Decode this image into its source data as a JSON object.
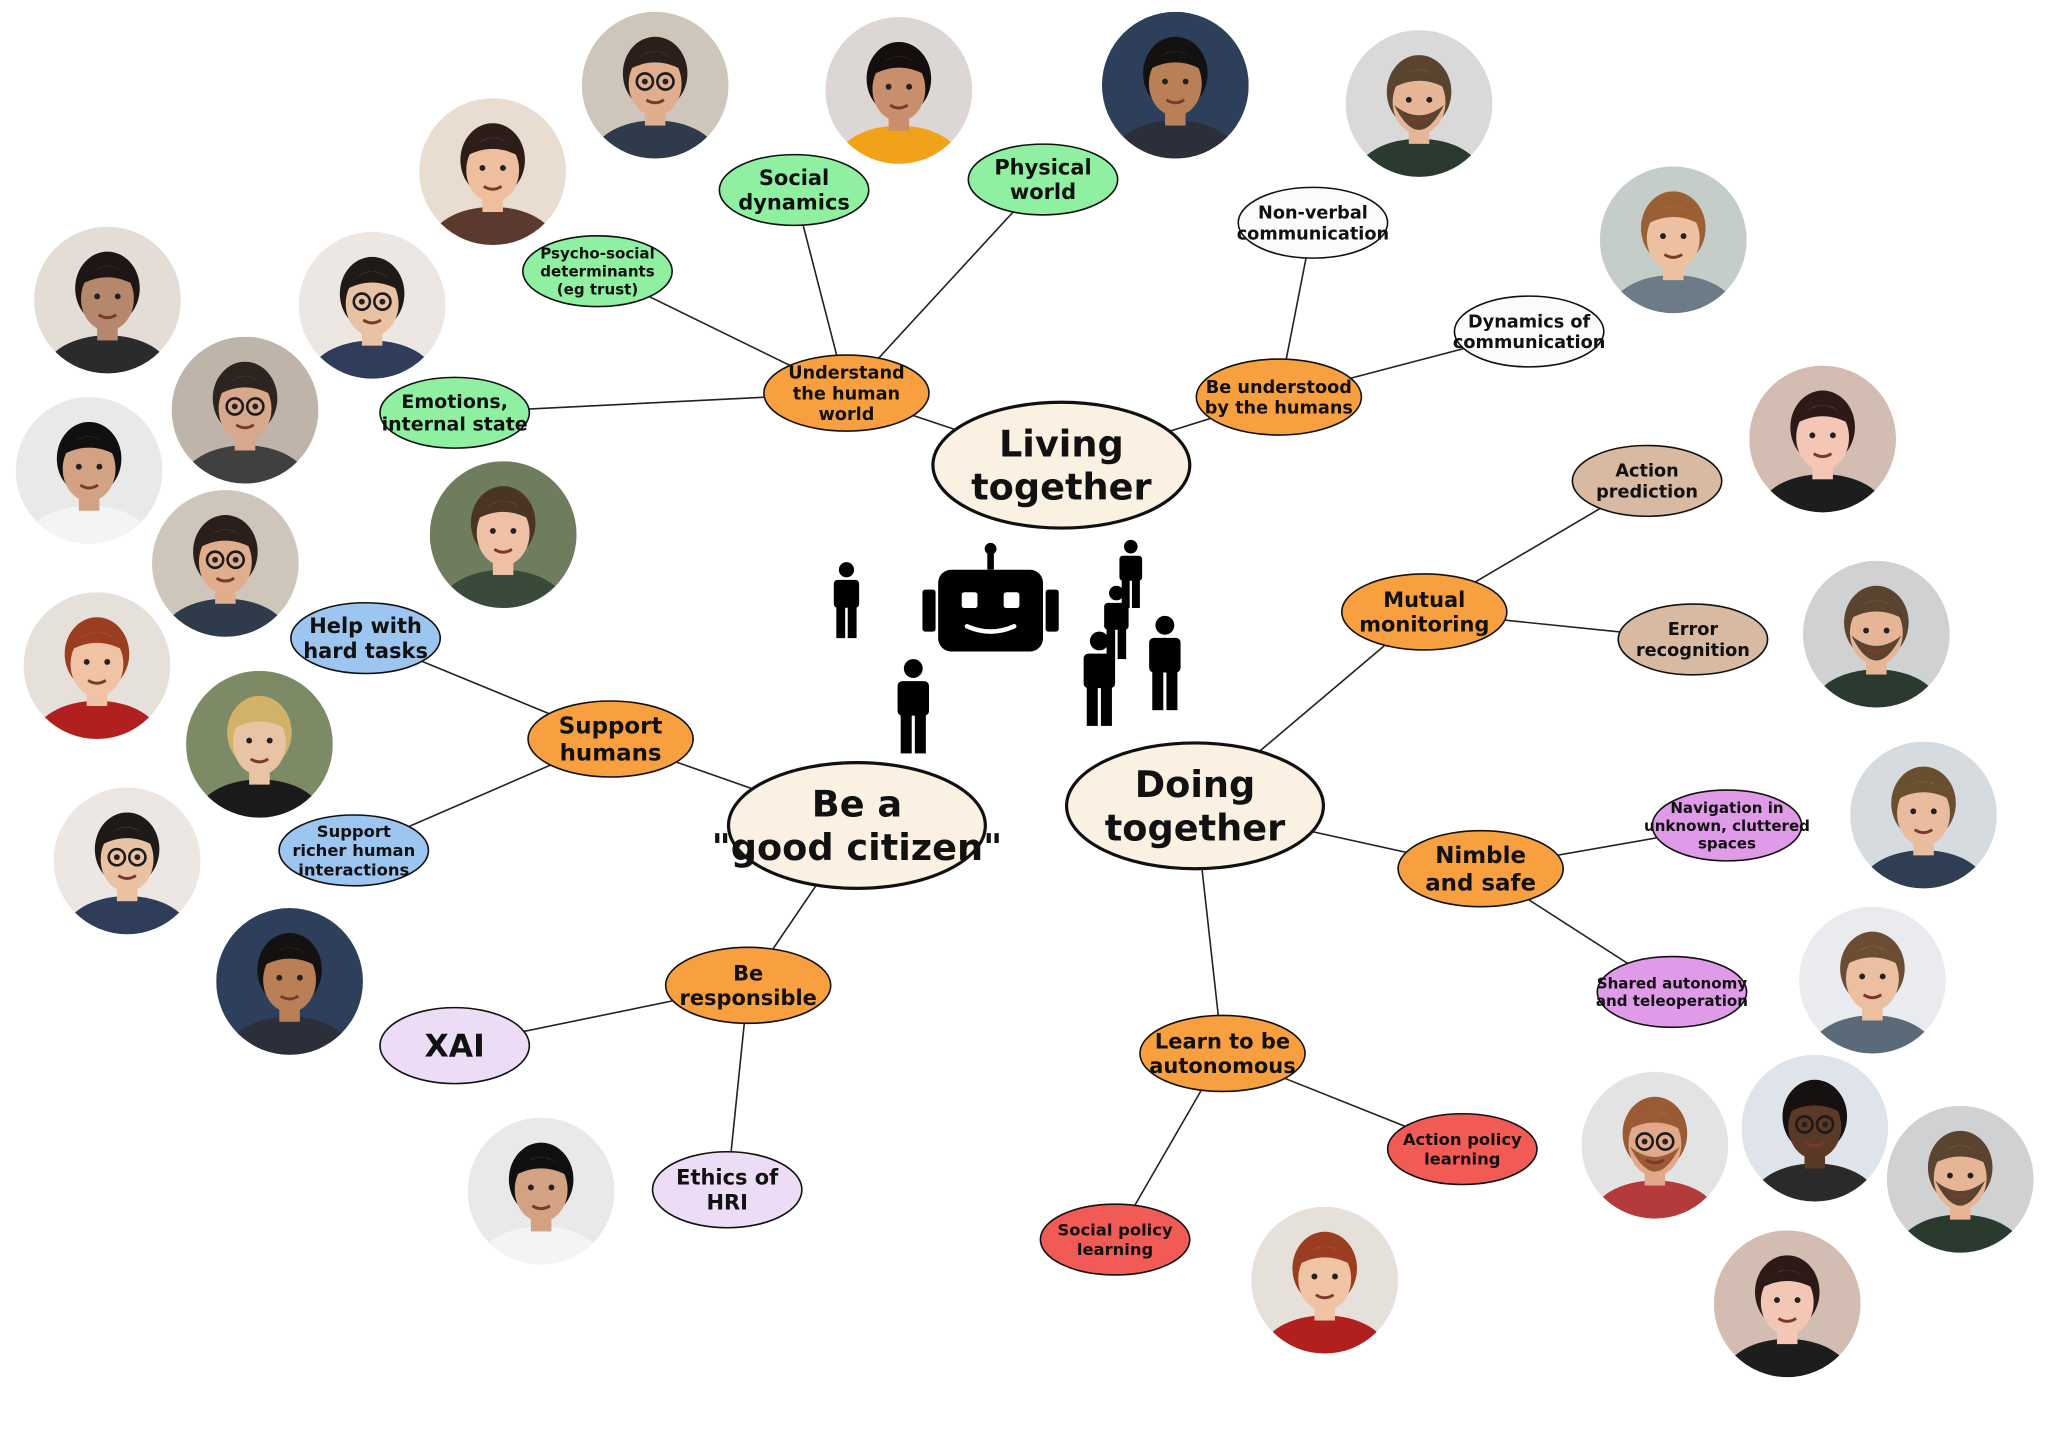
{
  "colors": {
    "hub_fill": "#fbf1e2",
    "orange": "#f8a040",
    "green": "#8ff0a2",
    "white": "#fbfbfb",
    "tan": "#d8b9a1",
    "blue": "#9cc5ef",
    "purple": "#df9be8",
    "lavender": "#ecdcf5",
    "red": "#f25a55",
    "line": "#222222"
  },
  "center_icons": [
    "robot-icon",
    "person-icon"
  ],
  "hubs": [
    {
      "id": "living",
      "lines": [
        "Living",
        "together"
      ]
    },
    {
      "id": "doing",
      "lines": [
        "Doing",
        "together"
      ]
    },
    {
      "id": "citizen",
      "lines": [
        "Be a",
        "\"good citizen\""
      ]
    }
  ],
  "nodes": [
    {
      "id": "understand",
      "color": "orange",
      "lines": [
        "Understand",
        "the human",
        "world"
      ]
    },
    {
      "id": "be-understood",
      "color": "orange",
      "lines": [
        "Be understood",
        "by the humans"
      ]
    },
    {
      "id": "mutual",
      "color": "orange",
      "lines": [
        "Mutual",
        "monitoring"
      ]
    },
    {
      "id": "nimble",
      "color": "orange",
      "lines": [
        "Nimble",
        "and safe"
      ]
    },
    {
      "id": "learn",
      "color": "orange",
      "lines": [
        "Learn to be",
        "autonomous"
      ]
    },
    {
      "id": "support",
      "color": "orange",
      "lines": [
        "Support",
        "humans"
      ]
    },
    {
      "id": "responsible",
      "color": "orange",
      "lines": [
        "Be",
        "responsible"
      ]
    },
    {
      "id": "social-dynamics",
      "color": "green",
      "lines": [
        "Social",
        "dynamics"
      ]
    },
    {
      "id": "physical-world",
      "color": "green",
      "lines": [
        "Physical",
        "world"
      ]
    },
    {
      "id": "psycho-social",
      "color": "green",
      "lines": [
        "Psycho-social",
        "determinants",
        "(eg trust)"
      ]
    },
    {
      "id": "emotions",
      "color": "green",
      "lines": [
        "Emotions,",
        "internal state"
      ]
    },
    {
      "id": "non-verbal",
      "color": "white",
      "lines": [
        "Non-verbal",
        "communication"
      ]
    },
    {
      "id": "dynamics-comm",
      "color": "white",
      "lines": [
        "Dynamics of",
        "communication"
      ]
    },
    {
      "id": "action-prediction",
      "color": "tan",
      "lines": [
        "Action",
        "prediction"
      ]
    },
    {
      "id": "error-recognition",
      "color": "tan",
      "lines": [
        "Error",
        "recognition"
      ]
    },
    {
      "id": "navigation",
      "color": "purple",
      "lines": [
        "Navigation in",
        "unknown, cluttered",
        "spaces"
      ]
    },
    {
      "id": "shared-autonomy",
      "color": "purple",
      "lines": [
        "Shared autonomy",
        "and teleoperation"
      ]
    },
    {
      "id": "action-policy",
      "color": "red",
      "lines": [
        "Action policy",
        "learning"
      ]
    },
    {
      "id": "social-policy",
      "color": "red",
      "lines": [
        "Social policy",
        "learning"
      ]
    },
    {
      "id": "help-hard",
      "color": "blue",
      "lines": [
        "Help with",
        "hard tasks"
      ]
    },
    {
      "id": "support-richer",
      "color": "blue",
      "lines": [
        "Support",
        "richer human",
        "interactions"
      ]
    },
    {
      "id": "xai",
      "color": "lavender",
      "lines": [
        "XAI"
      ]
    },
    {
      "id": "ethics",
      "color": "lavender",
      "lines": [
        "Ethics of",
        "HRI"
      ]
    }
  ],
  "edges": [
    [
      "living",
      "understand"
    ],
    [
      "living",
      "be-understood"
    ],
    [
      "understand",
      "social-dynamics"
    ],
    [
      "understand",
      "physical-world"
    ],
    [
      "understand",
      "psycho-social"
    ],
    [
      "understand",
      "emotions"
    ],
    [
      "be-understood",
      "non-verbal"
    ],
    [
      "be-understood",
      "dynamics-comm"
    ],
    [
      "doing",
      "mutual"
    ],
    [
      "doing",
      "nimble"
    ],
    [
      "doing",
      "learn"
    ],
    [
      "mutual",
      "action-prediction"
    ],
    [
      "mutual",
      "error-recognition"
    ],
    [
      "nimble",
      "navigation"
    ],
    [
      "nimble",
      "shared-autonomy"
    ],
    [
      "learn",
      "action-policy"
    ],
    [
      "learn",
      "social-policy"
    ],
    [
      "citizen",
      "support"
    ],
    [
      "citizen",
      "responsible"
    ],
    [
      "support",
      "help-hard"
    ],
    [
      "support",
      "support-richer"
    ],
    [
      "responsible",
      "xai"
    ],
    [
      "responsible",
      "ethics"
    ]
  ],
  "avatars": [
    {
      "skin": "#e0ad8d",
      "hair": "#2a1f1a",
      "shirt": "#2f3a4a",
      "bg": "#cfc6bb",
      "glasses": true,
      "beard": false
    },
    {
      "skin": "#c98f6c",
      "hair": "#140f0e",
      "shirt": "#f2a21a",
      "bg": "#dcd6d4",
      "glasses": false,
      "beard": false
    },
    {
      "skin": "#b98058",
      "hair": "#141210",
      "shirt": "#2b2f3a",
      "bg": "#2d3f5a",
      "glasses": false,
      "beard": false
    },
    {
      "skin": "#e5b596",
      "hair": "#5a4430",
      "shirt": "#2a3a2e",
      "bg": "#d9d9d9",
      "glasses": false,
      "beard": true
    },
    {
      "skin": "#eebe9e",
      "hair": "#2c1d18",
      "shirt": "#5a3a2e",
      "bg": "#e9dcd1",
      "glasses": false,
      "beard": false
    },
    {
      "skin": "#ecc0a0",
      "hair": "#9a5f33",
      "shirt": "#6d7b86",
      "bg": "#c5cdc8",
      "glasses": false,
      "beard": false
    },
    {
      "skin": "#b5876c",
      "hair": "#1d1614",
      "shirt": "#2b2b2e",
      "bg": "#e4ddd6",
      "glasses": false,
      "beard": false
    },
    {
      "skin": "#e8c2a3",
      "hair": "#1e1a18",
      "shirt": "#2f3d5a",
      "bg": "#ece7e2",
      "glasses": true,
      "beard": false
    },
    {
      "skin": "#d7a88c",
      "hair": "#2d241f",
      "shirt": "#404040",
      "bg": "#bfb4aa",
      "glasses": true,
      "beard": false
    },
    {
      "skin": "#d2a283",
      "hair": "#101010",
      "shirt": "#f4f4f4",
      "bg": "#e9e9e9",
      "glasses": false,
      "beard": false
    },
    {
      "skin": "#eec1a7",
      "hair": "#4a3424",
      "shirt": "#3a4a3a",
      "bg": "#6d7d5d",
      "glasses": false,
      "beard": false
    },
    {
      "skin": "#f3c6b6",
      "hair": "#2d1a16",
      "shirt": "#1d1d1d",
      "bg": "#d3bdb2",
      "glasses": false,
      "beard": false
    },
    {
      "skin": "#e0ad8d",
      "hair": "#2a1f1a",
      "shirt": "#2f3a4a",
      "bg": "#cfc6bb",
      "glasses": true,
      "beard": false
    },
    {
      "skin": "#e5b596",
      "hair": "#5a4430",
      "shirt": "#2a3a2e",
      "bg": "#cfd1d3",
      "glasses": false,
      "beard": true
    },
    {
      "skin": "#efc3a4",
      "hair": "#9b3d20",
      "shirt": "#b21f1f",
      "bg": "#e6e0da",
      "glasses": false,
      "beard": false
    },
    {
      "skin": "#eac2a4",
      "hair": "#d2b269",
      "shirt": "#1a1a1a",
      "bg": "#7c8a66",
      "glasses": false,
      "beard": false
    },
    {
      "skin": "#e9bca0",
      "hair": "#6a4f2f",
      "shirt": "#2f3e52",
      "bg": "#d6dbe0",
      "glasses": false,
      "beard": false
    },
    {
      "skin": "#e8c2a3",
      "hair": "#1e1a18",
      "shirt": "#2f3d5a",
      "bg": "#ece7e2",
      "glasses": true,
      "beard": false
    },
    {
      "skin": "#b98058",
      "hair": "#141210",
      "shirt": "#2b2f3a",
      "bg": "#2d3f5a",
      "glasses": false,
      "beard": false
    },
    {
      "skin": "#ecbfa0",
      "hair": "#6a4d33",
      "shirt": "#5a6a78",
      "bg": "#e9ebef",
      "glasses": false,
      "beard": false
    },
    {
      "skin": "#d2a283",
      "hair": "#101010",
      "shirt": "#f4f4f4",
      "bg": "#e9e9e9",
      "glasses": false,
      "beard": false
    },
    {
      "skin": "#e2a88a",
      "hair": "#9a5a33",
      "shirt": "#b43b3b",
      "bg": "#e3e3e3",
      "glasses": true,
      "beard": true
    },
    {
      "skin": "#5a3a26",
      "hair": "#161010",
      "shirt": "#2a2a2a",
      "bg": "#dfe3ea",
      "glasses": true,
      "beard": false
    },
    {
      "skin": "#e5b596",
      "hair": "#5a4430",
      "shirt": "#2a3a2e",
      "bg": "#cfd1d3",
      "glasses": false,
      "beard": true
    },
    {
      "skin": "#f3c6b6",
      "hair": "#2d1a16",
      "shirt": "#1d1d1d",
      "bg": "#d3bdb2",
      "glasses": false,
      "beard": false
    },
    {
      "skin": "#efc3a4",
      "hair": "#9b3d20",
      "shirt": "#b21f1f",
      "bg": "#e6e0da",
      "glasses": false,
      "beard": false
    }
  ]
}
